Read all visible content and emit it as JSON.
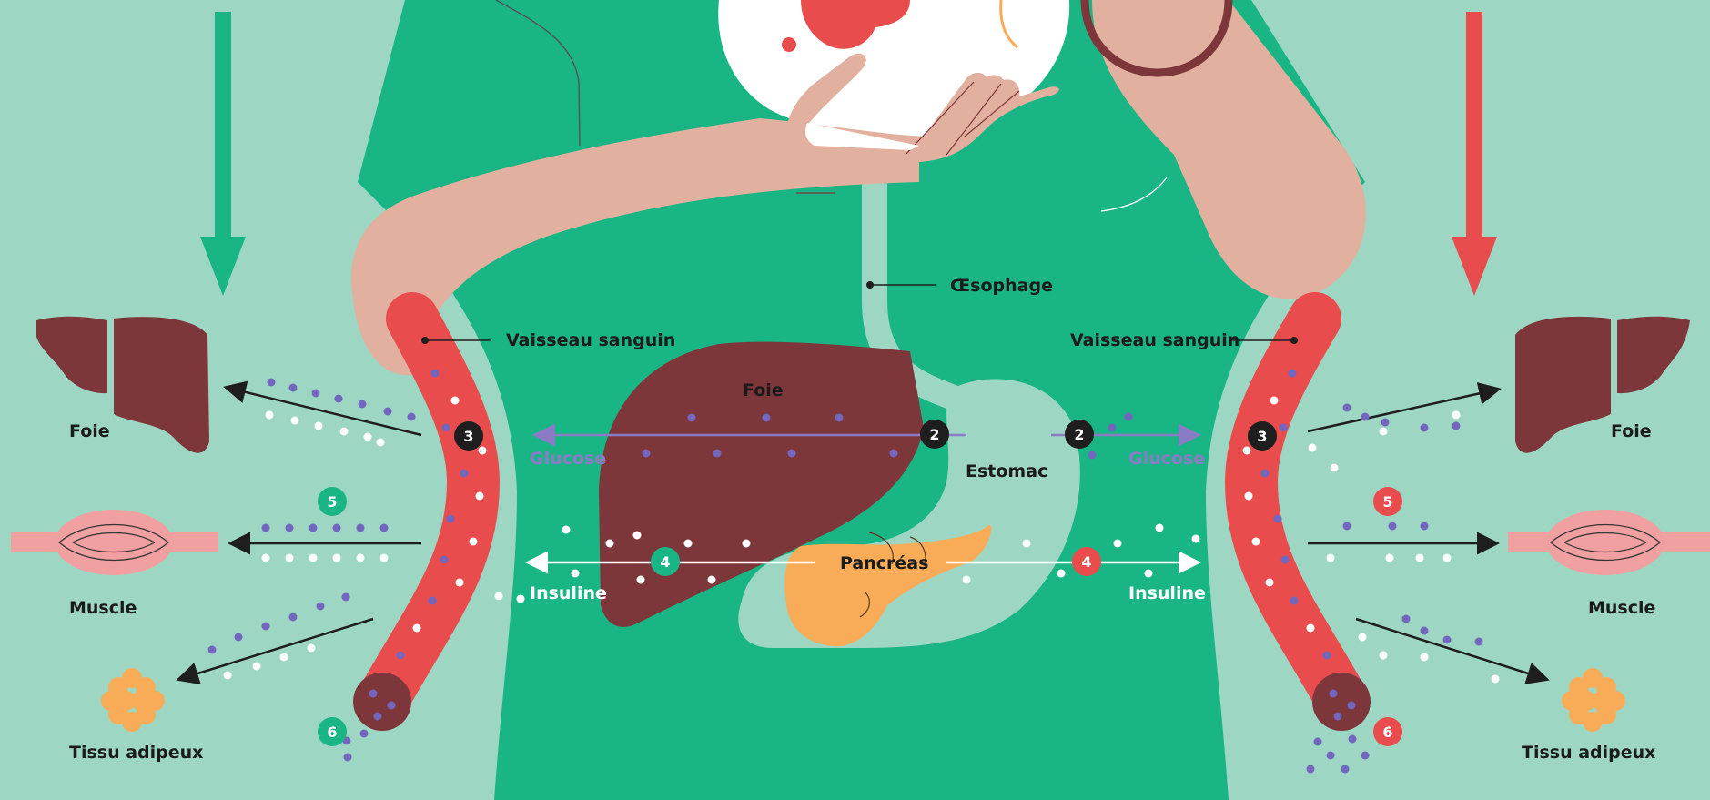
{
  "colors": {
    "background": "#9dd6c3",
    "shirt": "#1ab584",
    "skin": "#e1b09f",
    "vessel_red": "#e84c4d",
    "organ_maroon": "#7d373b",
    "pancreas_orange": "#f9ac58",
    "glucose_purple": "#7366bf",
    "insulin_white": "#ffffff",
    "muscle_pink": "#f0a0a0",
    "badge_dark": "#1e1e1e",
    "badge_green": "#1ab584",
    "badge_red": "#e84c4d"
  },
  "labels": {
    "oesophage": "Œsophage",
    "foie_center": "Foie",
    "estomac": "Estomac",
    "pancreas": "Pancréas",
    "left_vessel": "Vaisseau sanguin",
    "right_vessel": "Vaisseau sanguin",
    "left_glucose": "Glucose",
    "right_glucose": "Glucose",
    "left_insuline": "Insuline",
    "right_insuline": "Insuline",
    "left_foie": "Foie",
    "left_muscle": "Muscle",
    "left_adipeux": "Tissu adipeux",
    "right_foie": "Foie",
    "right_muscle": "Muscle",
    "right_adipeux": "Tissu adipeux"
  },
  "badges": {
    "step2_left": "2",
    "step2_right": "2",
    "step3_left": "3",
    "step3_right": "3",
    "step4_left": "4",
    "step4_right": "4",
    "step5_left": "5",
    "step5_right": "5",
    "step6_left": "6",
    "step6_right": "6"
  },
  "icons": {
    "left_arrow": "down-arrow-icon",
    "right_arrow": "down-arrow-icon",
    "liver": "liver-icon",
    "muscle": "muscle-icon",
    "fat": "adipose-tissue-icon"
  }
}
